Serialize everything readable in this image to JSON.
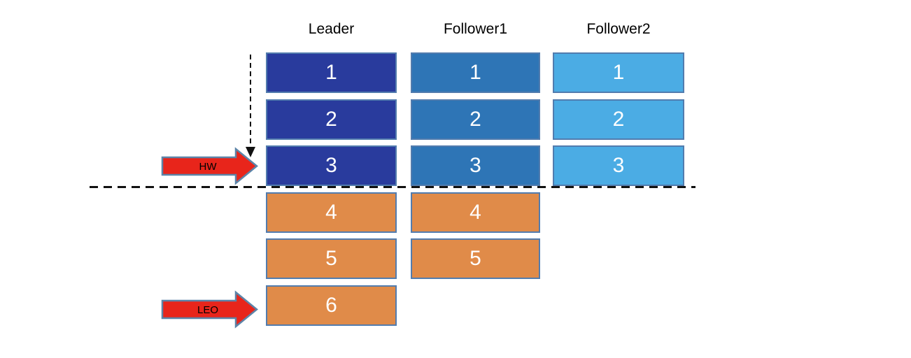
{
  "diagram": {
    "columns": [
      {
        "label": "Leader",
        "committed_color": "#293B9D",
        "committed_count": 3,
        "segments": [
          "1",
          "2",
          "3",
          "4",
          "5",
          "6"
        ]
      },
      {
        "label": "Follower1",
        "committed_color": "#2E75B6",
        "committed_count": 3,
        "segments": [
          "1",
          "2",
          "3",
          "4",
          "5"
        ]
      },
      {
        "label": "Follower2",
        "committed_color": "#4BACE4",
        "committed_count": 3,
        "segments": [
          "1",
          "2",
          "3"
        ]
      }
    ],
    "uncommitted_color": "#E08B49",
    "markers": {
      "hw": {
        "label": "HW"
      },
      "leo": {
        "label": "LEO"
      }
    },
    "colors": {
      "marker_fill": "#E8251B",
      "marker_stroke": "#5C84A8",
      "block_border": "#527CAE",
      "dash": "#111111",
      "text": "#000000",
      "block_text": "#FFFFFF"
    }
  }
}
